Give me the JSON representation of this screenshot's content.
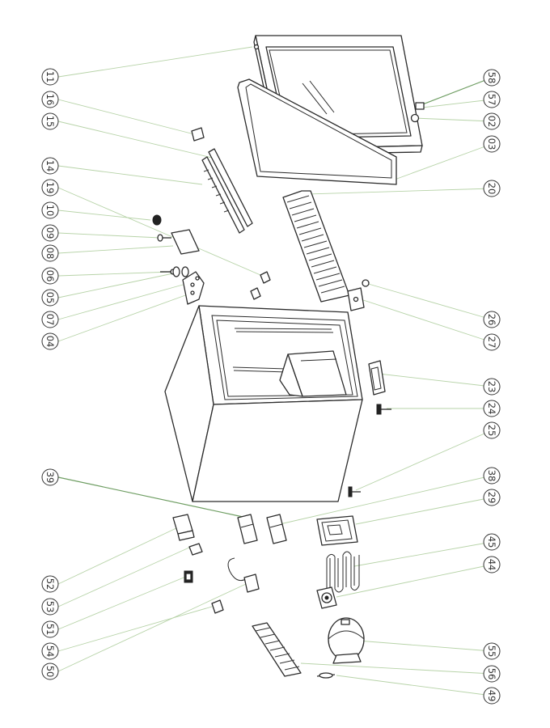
{
  "callouts": {
    "left_column": [
      "11",
      "16",
      "15",
      "14",
      "19",
      "10",
      "09",
      "08",
      "06",
      "05",
      "07",
      "04"
    ],
    "left_lower": [
      "39",
      "52",
      "53",
      "51",
      "54",
      "50"
    ],
    "right_column": [
      "58",
      "57",
      "02",
      "03",
      "20",
      "26",
      "27",
      "23",
      "24",
      "25",
      "38",
      "29",
      "45",
      "44",
      "55",
      "56",
      "49"
    ]
  }
}
